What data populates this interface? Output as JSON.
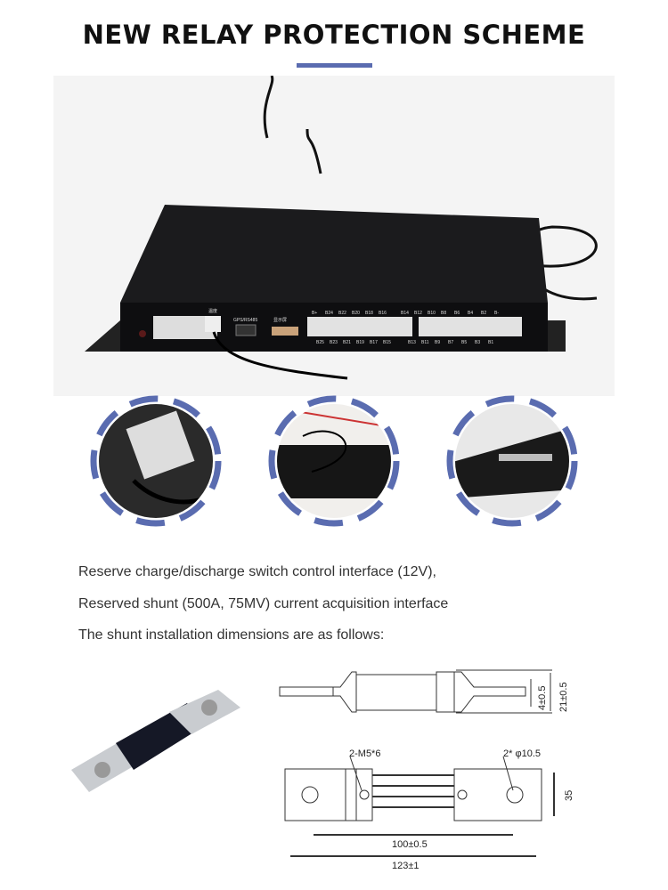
{
  "title": "NEW RELAY PROTECTION SCHEME",
  "accent_color": "#5a6cb0",
  "device_labels": {
    "port_temp": "温度",
    "port_gps": "GPS/RS485",
    "port_display": "显示屏",
    "top_row_left": [
      "B+",
      "B24",
      "B22",
      "B20",
      "B18",
      "B16"
    ],
    "top_row_right": [
      "B14",
      "B12",
      "B10",
      "B8",
      "B6",
      "B4",
      "B2",
      "B-"
    ],
    "bottom_row_left": [
      "B25",
      "B23",
      "B21",
      "B19",
      "B17",
      "B15"
    ],
    "bottom_row_right": [
      "B13",
      "B11",
      "B9",
      "B7",
      "B5",
      "B3",
      "B1"
    ]
  },
  "description": [
    "Reserve charge/discharge switch control interface (12V),",
    "Reserved shunt (500A, 75MV) current acquisition interface",
    "The shunt installation dimensions are as follows:"
  ],
  "drawing": {
    "side_dim_inner": "4±0.5",
    "side_dim_outer": "21±0.5",
    "screw_label": "2-M5*6",
    "hole_label": "2* φ10.5",
    "height_dim": "35",
    "hole_spacing": "100±0.5",
    "total_length": "123±1"
  }
}
